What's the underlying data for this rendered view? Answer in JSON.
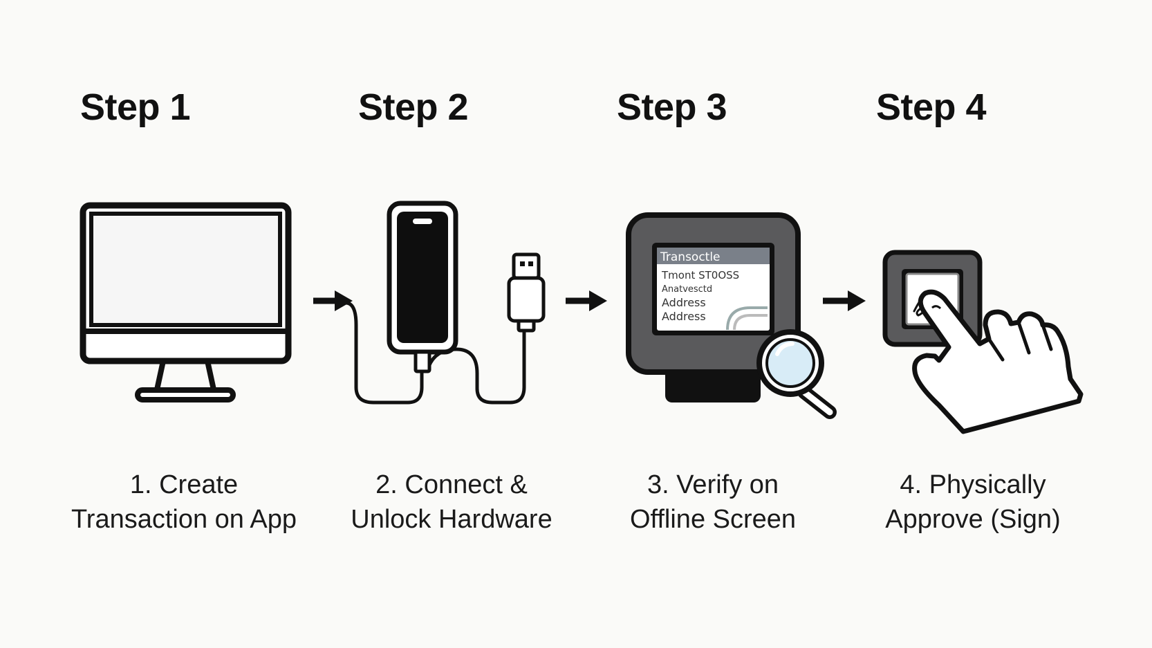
{
  "steps": [
    {
      "heading": "Step 1",
      "caption_line1": "1. Create",
      "caption_line2": "Transaction on App",
      "icon": "desktop-monitor-icon"
    },
    {
      "heading": "Step 2",
      "caption_line1": "2. Connect &",
      "caption_line2": "Unlock Hardware",
      "icon": "hardware-wallet-usb-cable-icon"
    },
    {
      "heading": "Step 3",
      "caption_line1": "3. Verify on",
      "caption_line2": "Offline Screen",
      "icon": "device-screen-magnifier-icon"
    },
    {
      "heading": "Step 4",
      "caption_line1": "4. Physically",
      "caption_line2": "Approve (Sign)",
      "icon": "finger-press-button-icon"
    }
  ],
  "device_screen": {
    "title": "Transoctle",
    "line1": "Tmont ST0OSS",
    "line2": "Anatvesctd",
    "line3": "Address",
    "line4": "Address"
  },
  "arrow_icon": "right-arrow-icon",
  "colors": {
    "background": "#fafaf8",
    "ink": "#111111",
    "device_gray": "#5a5a5c",
    "screen_header": "#7a8089",
    "magnifier_lens": "#d8ecf7"
  }
}
